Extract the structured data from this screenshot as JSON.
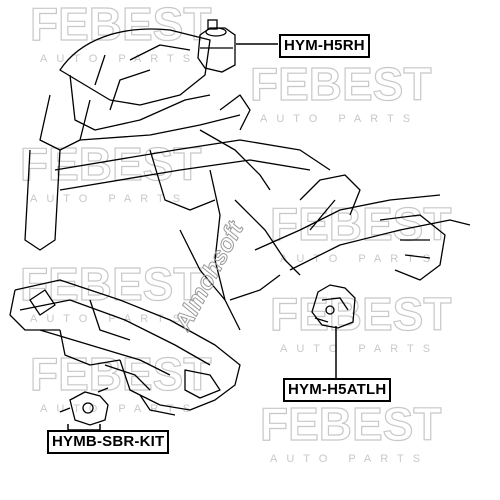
{
  "parts": [
    {
      "id": "top",
      "label": "HYM-H5RH"
    },
    {
      "id": "right",
      "label": "HYM-H5ATLH"
    },
    {
      "id": "bottom",
      "label": "HYMB-SBR-KIT"
    }
  ],
  "watermark": {
    "text": "FEBEST",
    "subtext": "AUTO PARTS"
  },
  "overlay_logo": {
    "text": "Almohsoft"
  }
}
